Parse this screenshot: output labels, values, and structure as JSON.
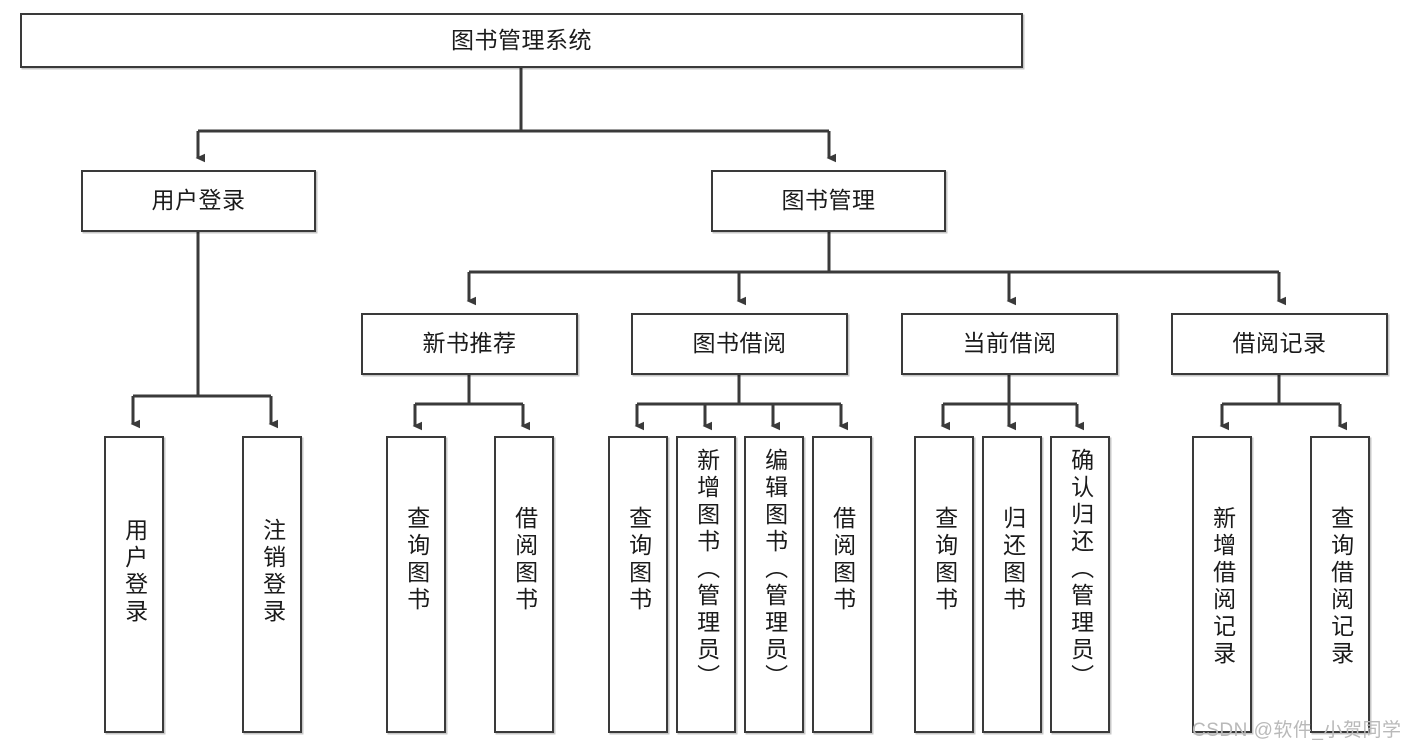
{
  "diagram": {
    "title": "图书管理系统",
    "type": "hierarchy-tree",
    "nodes": {
      "root": {
        "label": "图书管理系统",
        "level": 1,
        "orientation": "horizontal"
      },
      "l2": [
        {
          "id": "user-login",
          "label": "用户登录",
          "level": 2,
          "orientation": "horizontal"
        },
        {
          "id": "book-manage",
          "label": "图书管理",
          "level": 2,
          "orientation": "horizontal"
        }
      ],
      "l3": [
        {
          "id": "new-book-rec",
          "label": "新书推荐",
          "level": 3,
          "orientation": "horizontal"
        },
        {
          "id": "book-borrow",
          "label": "图书借阅",
          "level": 3,
          "orientation": "horizontal"
        },
        {
          "id": "current-borrow",
          "label": "当前借阅",
          "level": 3,
          "orientation": "horizontal"
        },
        {
          "id": "borrow-record",
          "label": "借阅记录",
          "level": 3,
          "orientation": "horizontal"
        }
      ],
      "leaves": [
        {
          "id": "leaf-user-login",
          "label": "用户登录",
          "parent": "user-login",
          "orientation": "vertical"
        },
        {
          "id": "leaf-user-logout",
          "label": "注销登录",
          "parent": "user-login",
          "orientation": "vertical"
        },
        {
          "id": "leaf-query-book-1",
          "label": "查询图书",
          "parent": "new-book-rec",
          "orientation": "vertical"
        },
        {
          "id": "leaf-borrow-book-1",
          "label": "借阅图书",
          "parent": "new-book-rec",
          "orientation": "vertical"
        },
        {
          "id": "leaf-query-book-2",
          "label": "查询图书",
          "parent": "book-borrow",
          "orientation": "vertical"
        },
        {
          "id": "leaf-add-book",
          "label": "新增图书（管理员）",
          "parent": "book-borrow",
          "orientation": "vertical"
        },
        {
          "id": "leaf-edit-book",
          "label": "编辑图书（管理员）",
          "parent": "book-borrow",
          "orientation": "vertical"
        },
        {
          "id": "leaf-borrow-book-2",
          "label": "借阅图书",
          "parent": "book-borrow",
          "orientation": "vertical"
        },
        {
          "id": "leaf-query-book-3",
          "label": "查询图书",
          "parent": "current-borrow",
          "orientation": "vertical"
        },
        {
          "id": "leaf-return-book",
          "label": "归还图书",
          "parent": "current-borrow",
          "orientation": "vertical"
        },
        {
          "id": "leaf-confirm-return",
          "label": "确认归还（管理员）",
          "parent": "current-borrow",
          "orientation": "vertical"
        },
        {
          "id": "leaf-add-record",
          "label": "新增借阅记录",
          "parent": "borrow-record",
          "orientation": "vertical"
        },
        {
          "id": "leaf-query-record",
          "label": "查询借阅记录",
          "parent": "borrow-record",
          "orientation": "vertical"
        }
      ]
    },
    "colors": {
      "border": "#3a3a3a",
      "text": "#1b1b1b",
      "background": "#ffffff",
      "edge": "#3a3a3a",
      "watermark": "#b9b9b9"
    }
  },
  "watermark": {
    "text": "CSDN @软件_小贺同学"
  }
}
